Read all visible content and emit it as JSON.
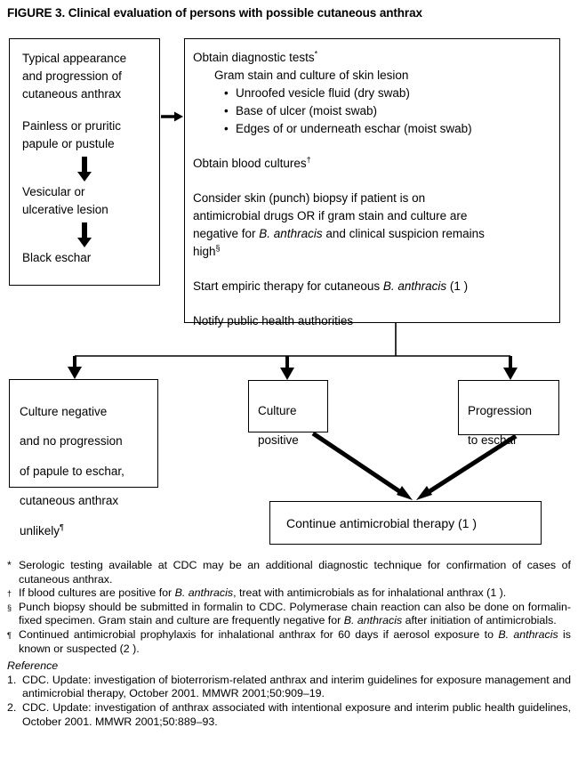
{
  "figure": {
    "title": "FIGURE 3. Clinical evaluation of persons with possible cutaneous anthrax"
  },
  "flowchart": {
    "progression_box": {
      "line1": "Typical appearance",
      "line2": "and progression of",
      "line3": "cutaneous anthrax",
      "stage1_line1": "Painless or pruritic",
      "stage1_line2": "papule or pustule",
      "stage2_line1": "Vesicular or",
      "stage2_line2": "ulcerative lesion",
      "stage3_line1": "Black eschar"
    },
    "diagnostics_box": {
      "heading": "Obtain diagnostic tests",
      "heading_sup": "*",
      "subheading": "Gram stain and culture of skin lesion",
      "bullets": [
        "Unroofed vesicle fluid (dry swab)",
        "Base of ulcer (moist swab)",
        "Edges of or underneath eschar (moist swab)"
      ],
      "blood_cultures": "Obtain blood cultures",
      "blood_cultures_sup": "†",
      "biopsy_l1": "Consider skin (punch) biopsy if patient is on",
      "biopsy_l2": "antimicrobial drugs OR if gram stain and culture are",
      "biopsy_l3_a": "negative for ",
      "biopsy_l3_italic": "B. anthracis",
      "biopsy_l3_b": " and clinical suspicion remains",
      "biopsy_l4": "high",
      "biopsy_l4_sup": "§",
      "empiric_a": "Start empiric therapy for cutaneous ",
      "empiric_italic": "B. anthracis",
      "empiric_ref": " (1 )",
      "notify": "Notify public health authorities"
    },
    "outcome_boxes": [
      {
        "id": "culture-negative",
        "line1": "Culture negative",
        "line2": "and no progression",
        "line3": "of papule to eschar,",
        "line4": "cutaneous anthrax",
        "line5": "unlikely",
        "sup": "¶"
      },
      {
        "id": "culture-positive",
        "line1": "Culture",
        "line2": "positive"
      },
      {
        "id": "progression-to-eschar",
        "line1": "Progression",
        "line2": "to eschar"
      }
    ],
    "continue_box": {
      "text_a": "Continue antimicrobial therapy ",
      "ref": "(1 )"
    }
  },
  "footnotes": [
    {
      "marker": "*",
      "marker_small": false,
      "text": "Serologic testing available at CDC may be an additional diagnostic technique for confirmation of cases of cutaneous anthrax."
    },
    {
      "marker": "†",
      "marker_small": true,
      "text_a": "If blood cultures are positive for ",
      "italic": "B. anthracis",
      "text_b": ", treat with antimicrobials as for inhalational anthrax (1 )."
    },
    {
      "marker": "§",
      "marker_small": true,
      "text_a": "Punch biopsy should be submitted in formalin to CDC. Polymerase chain reaction can also be done on formalin-fixed specimen. Gram stain and culture are frequently negative for ",
      "italic": "B. anthracis",
      "text_b": " after initiation of antimicrobials."
    },
    {
      "marker": "¶",
      "marker_small": true,
      "text_a": "Continued antimicrobial prophylaxis for inhalational anthrax for 60 days if aerosol exposure to ",
      "italic": "B. anthracis",
      "text_b": " is known or suspected (2 )."
    }
  ],
  "reference_section": {
    "heading": "Reference",
    "items": [
      {
        "num": "1.",
        "text": "CDC. Update: investigation of bioterrorism-related anthrax and interim guidelines for exposure management and antimicrobial therapy, October 2001. MMWR 2001;50:909–19."
      },
      {
        "num": "2.",
        "text": "CDC. Update: investigation of anthrax associated with intentional exposure and interim public health guidelines, October 2001. MMWR 2001;50:889–93."
      }
    ]
  }
}
